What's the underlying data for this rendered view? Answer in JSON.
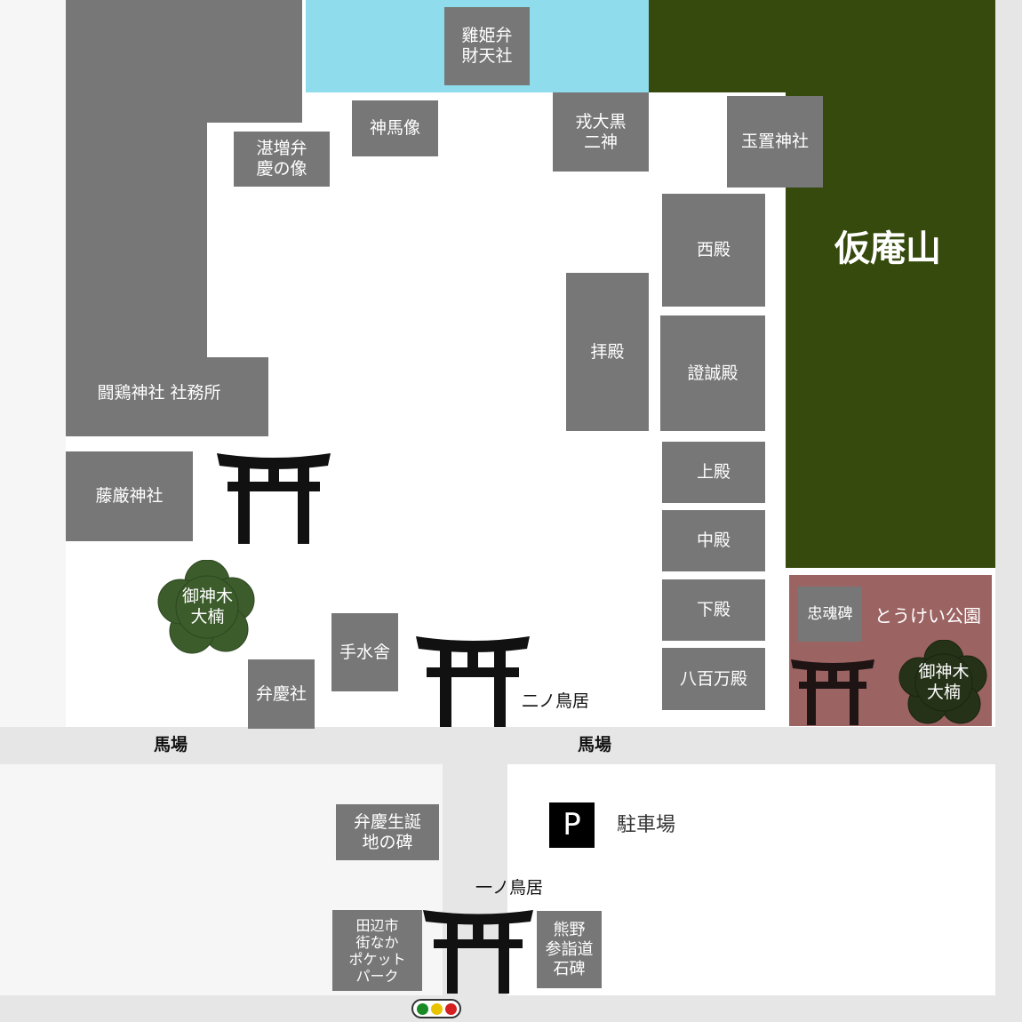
{
  "map": {
    "areas": {
      "pond": "雞姫弁\n財天社",
      "mountain": "仮庵山",
      "park": "とうけい公園",
      "parking": "駐車場",
      "parking_icon": "P"
    },
    "buildings": {
      "shamusho": "闘鶏神社 社務所",
      "fujiiwa": "藤厳神社",
      "shinmazo": "神馬像",
      "tanzou": "湛増弁\n慶の像",
      "ebisudaikoku": "戎大黒\n二神",
      "tamaoki": "玉置神社",
      "nishiden": "西殿",
      "haiden": "拝殿",
      "shoseiden": "證誠殿",
      "jouden": "上殿",
      "chuuden": "中殿",
      "geden": "下殿",
      "yaoyorozu": "八百万殿",
      "chuukonhi": "忠魂碑",
      "chouzusha": "手水舎",
      "benkeisha": "弁慶社",
      "benkei_seitan": "弁慶生誕\n地の碑",
      "pocket_park": "田辺市\n街なか\nポケット\nパーク",
      "kumano": "熊野\n参詣道\n石碑"
    },
    "trees": {
      "goshinboku_1": "御神木\n大楠",
      "goshinboku_2": "御神木\n大楠"
    },
    "labels": {
      "baba_left": "馬場",
      "baba_right": "馬場",
      "ni_no_torii": "二ノ鳥居",
      "ichi_no_torii": "一ノ鳥居"
    },
    "colors": {
      "building": "#777777",
      "pond": "#8fdcec",
      "mountain": "#354a0c",
      "park": "#9b6362",
      "tree": "#3c5c2c",
      "tree_dark": "#253218",
      "road": "#e6e6e6",
      "torii": "#111111"
    },
    "traffic_light": [
      "green",
      "yellow",
      "red"
    ]
  }
}
